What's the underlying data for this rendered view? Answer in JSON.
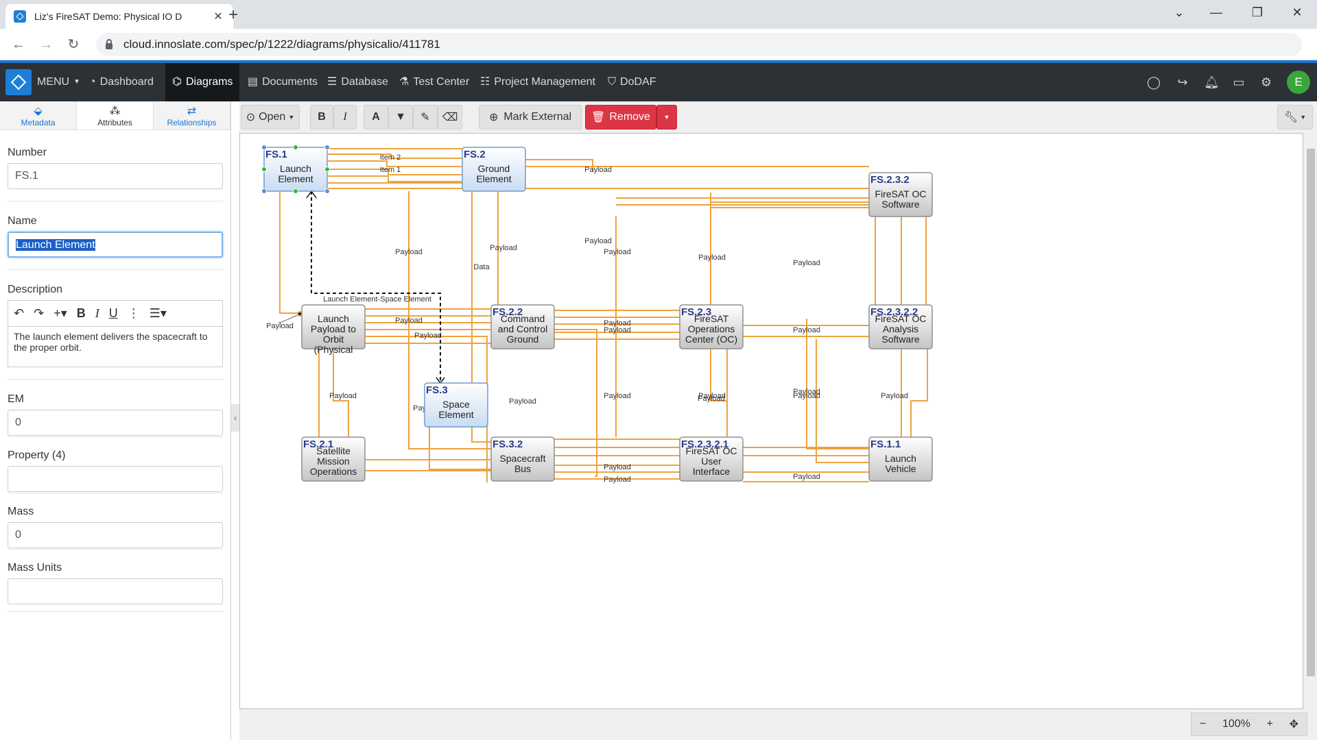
{
  "browser": {
    "tab_title": "Liz's FireSAT Demo: Physical IO D",
    "url": "cloud.innoslate.com/spec/p/1222/diagrams/physicalio/411781"
  },
  "nav": {
    "menu": "MENU",
    "items": [
      "Dashboard",
      "Diagrams",
      "Documents",
      "Database",
      "Test Center",
      "Project Management",
      "DoDAF"
    ],
    "avatar": "E"
  },
  "panel": {
    "tabs": [
      "Metadata",
      "Attributes",
      "Relationships"
    ],
    "number_label": "Number",
    "number_value": "FS.1",
    "name_label": "Name",
    "name_value": "Launch Element",
    "description_label": "Description",
    "description_value": "The launch element delivers the spacecraft to the proper orbit.",
    "em_label": "EM",
    "em_value": "0",
    "property_label": "Property (4)",
    "property_value": "",
    "mass_label": "Mass",
    "mass_value": "0",
    "mass_units_label": "Mass Units",
    "mass_units_value": ""
  },
  "toolbar": {
    "open": "Open",
    "mark_external": "Mark External",
    "remove": "Remove"
  },
  "zoom": "100%",
  "diagram": {
    "nodes": [
      {
        "id": "FS.1",
        "line1": "Launch",
        "line2": "Element",
        "line3": "",
        "line4": "",
        "style": "selected"
      },
      {
        "id": "FS.2",
        "line1": "Ground",
        "line2": "Element",
        "line3": "",
        "line4": "",
        "style": "blue"
      },
      {
        "id": "FS.2.3.2",
        "line1": "FireSAT OC",
        "line2": "Software",
        "line3": "",
        "line4": "",
        "style": "gray"
      },
      {
        "id": "",
        "line1": "Launch",
        "line2": "Payload to",
        "line3": "Orbit",
        "line4": "(Physical",
        "style": "gray"
      },
      {
        "id": "FS.2.2",
        "line1": "Command",
        "line2": "and Control",
        "line3": "Ground",
        "line4": "",
        "style": "gray"
      },
      {
        "id": "FS.2.3",
        "line1": "FireSAT",
        "line2": "Operations",
        "line3": "Center (OC)",
        "line4": "",
        "style": "gray"
      },
      {
        "id": "FS.2.3.2.2",
        "line1": "FireSAT OC",
        "line2": "Analysis",
        "line3": "Software",
        "line4": "",
        "style": "gray"
      },
      {
        "id": "FS.3",
        "line1": "Space",
        "line2": "Element",
        "line3": "",
        "line4": "",
        "style": "blue"
      },
      {
        "id": "FS.2.1",
        "line1": "Satellite",
        "line2": "Mission",
        "line3": "Operations",
        "line4": "",
        "style": "gray"
      },
      {
        "id": "FS.3.2",
        "line1": "Spacecraft",
        "line2": "Bus",
        "line3": "",
        "line4": "",
        "style": "gray"
      },
      {
        "id": "FS.2.3.2.1",
        "line1": "FireSAT OC",
        "line2": "User",
        "line3": "Interface",
        "line4": "",
        "style": "gray"
      },
      {
        "id": "FS.1.1",
        "line1": "Launch",
        "line2": "Vehicle",
        "line3": "",
        "line4": "",
        "style": "gray"
      }
    ],
    "labels": [
      "Item 2",
      "Item 1",
      "Payload",
      "Data",
      "Launch Element-Space Element"
    ]
  }
}
